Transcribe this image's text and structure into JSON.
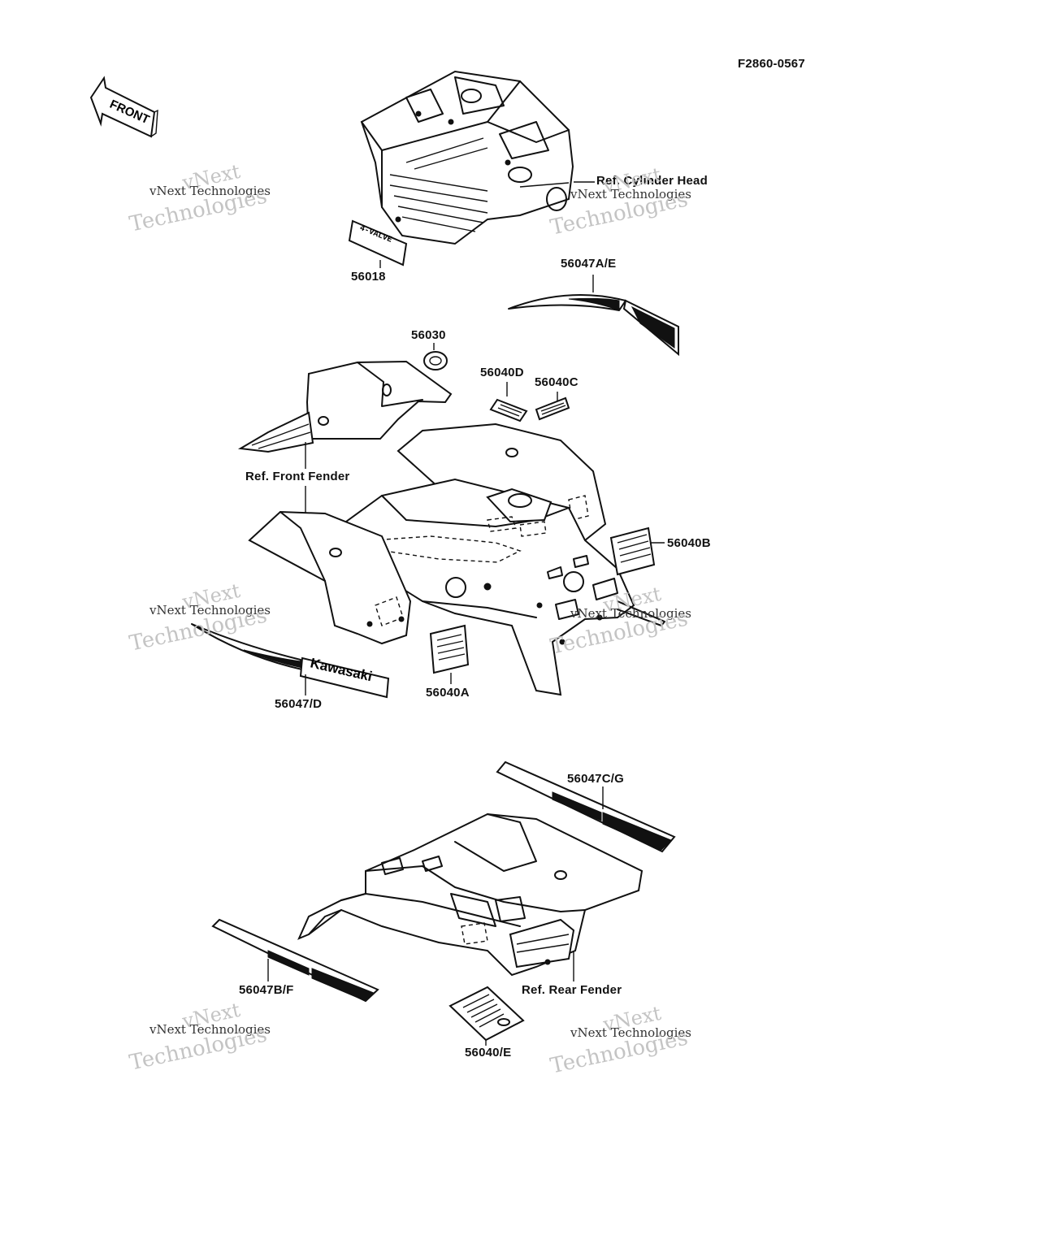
{
  "diagram_id": "F2860-0567",
  "front_arrow": "FRONT",
  "labels": {
    "ref_cylinder_head": "Ref. Cylinder Head",
    "p56018": "56018",
    "p56047ae": "56047A/E",
    "p56030": "56030",
    "p56040d": "56040D",
    "p56040c": "56040C",
    "ref_front_fender": "Ref. Front Fender",
    "p56040b": "56040B",
    "p56040a": "56040A",
    "p56047d": "56047/D",
    "p56047cg": "56047C/G",
    "p56047bf": "56047B/F",
    "ref_rear_fender": "Ref. Rear Fender",
    "p56040e": "56040/E"
  },
  "decal_text": {
    "valve": "4-VALVE",
    "brand": "Kawasaki"
  },
  "watermark": {
    "top": "vNext",
    "middle": "vNext Technologies",
    "bottom": "Technologies"
  }
}
